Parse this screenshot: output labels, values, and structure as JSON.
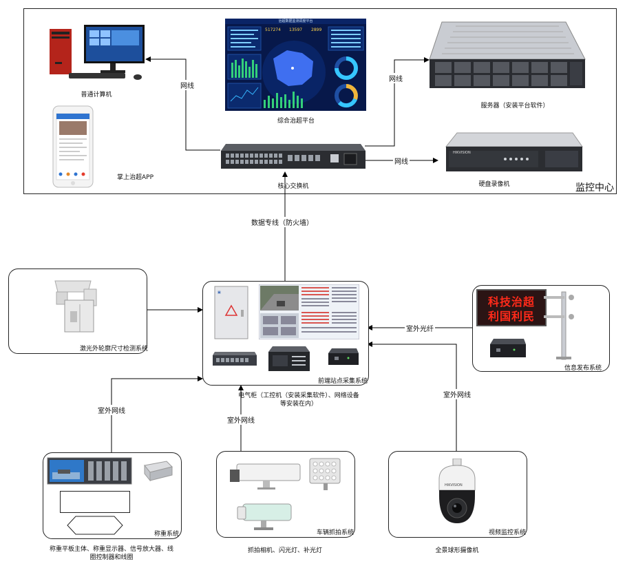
{
  "monitoring_center": {
    "title": "监控中心",
    "devices": {
      "pc": "普通计算机",
      "platform": "综合治超平台",
      "server": "服务器（安装平台软件）",
      "switch": "核心交换机",
      "nvr": "硬盘录像机",
      "app": "掌上治超APP"
    },
    "links": {
      "switch_pc": "网线",
      "switch_server": "网线",
      "switch_nvr": "网线"
    },
    "dashboard": {
      "title": "治超数据监测调度平台",
      "kpi_1": "517274",
      "kpi_2": "13597",
      "kpi_3": "2899"
    }
  },
  "uplink": "数据专线（防火墙）",
  "cabinet": {
    "name": "前端站点采集系统",
    "caption": "电气柜（工控机（安装采集软件）、网络设备等安装在内）"
  },
  "subsystems": {
    "laser": {
      "name": "激光外轮廓尺寸检测系统"
    },
    "info": {
      "name": "信息发布系统",
      "sign_line1": "科技治超",
      "sign_line2": "利国利民",
      "link": "室外光纤"
    },
    "weigh": {
      "name": "称重系统",
      "caption": "称重平板主体、称重显示器、信号放大器、线圈控制器和线圈",
      "link": "室外网线"
    },
    "capture": {
      "name": "车辆抓拍系统",
      "caption": "抓拍相机、闪光灯、补光灯",
      "link": "室外网线"
    },
    "video": {
      "name": "视频监控系统",
      "caption": "全景球形摄像机",
      "link": "室外网线"
    }
  }
}
